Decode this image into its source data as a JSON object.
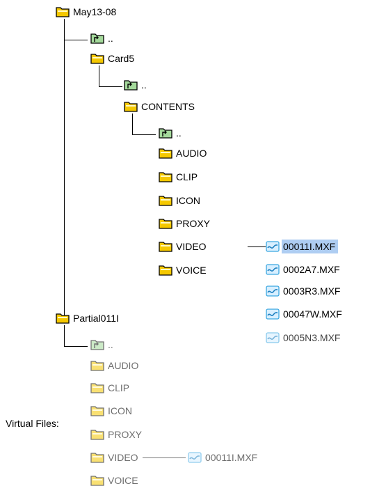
{
  "icons": {
    "folder": "folder-icon",
    "parent": "parent-folder-icon",
    "file": "mxf-file-icon"
  },
  "colors": {
    "folder": "#f2c200",
    "parent": "#9fd49a",
    "file": "#3aa6e0",
    "selection": "#aecdf2"
  },
  "tree": {
    "root": "May13-08",
    "up1": "..",
    "card": "Card5",
    "up2": "..",
    "contents": "CONTENTS",
    "up3": "..",
    "folders": [
      "AUDIO",
      "CLIP",
      "ICON",
      "PROXY",
      "VIDEO",
      "VOICE"
    ],
    "files": [
      "00011I.MXF",
      "0002A7.MXF",
      "0003R3.MXF",
      "00047W.MXF",
      "0005N3.MXF"
    ],
    "selected_file": "00011I.MXF"
  },
  "partial": {
    "root": "Partial011I",
    "up": "..",
    "folders": [
      "AUDIO",
      "CLIP",
      "ICON",
      "PROXY",
      "VIDEO",
      "VOICE"
    ],
    "files": [
      "00011I.MXF"
    ]
  },
  "virtual_label": "Virtual Files:"
}
